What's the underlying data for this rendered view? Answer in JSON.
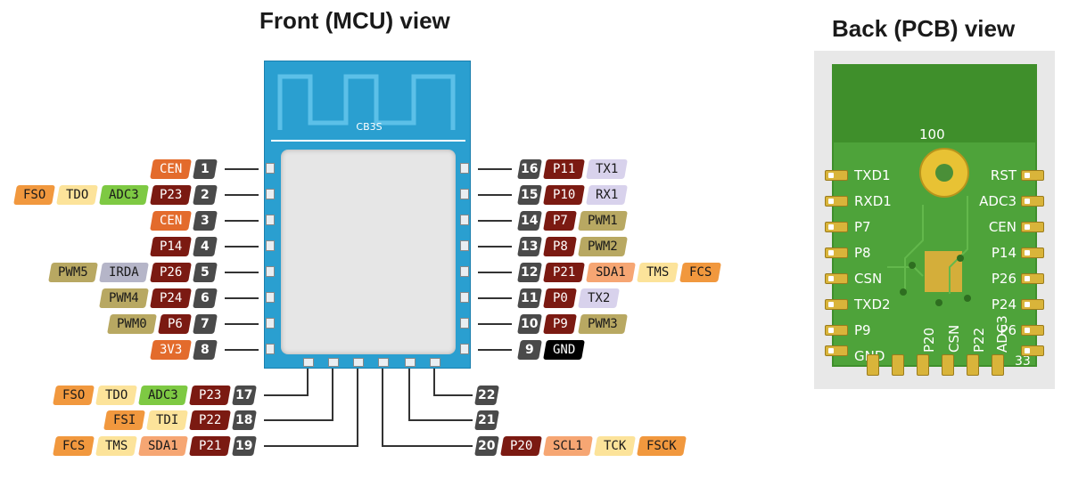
{
  "colors": {
    "num_bg": "#4a4a4a",
    "tag_red": "#e36b2c",
    "tag_dark": "#7b1a12",
    "tag_orange": "#f1983e",
    "tag_yellow": "#fce39a",
    "tag_green": "#7ec943",
    "tag_olive": "#b8a862",
    "tag_lavender": "#d8d2ec",
    "tag_gray": "#b5b5c8",
    "tag_salmon": "#f6a673",
    "tag_black": "#000000",
    "module_blue": "#2a9fd0",
    "pcb_green": "#3f8f2b"
  },
  "front": {
    "title": "Front (MCU) view",
    "module_label": "CB3S",
    "left_pins": [
      {
        "num": "1",
        "tags": [
          "CEN"
        ]
      },
      {
        "num": "2",
        "tags": [
          "FSO",
          "TDO",
          "ADC3",
          "P23"
        ]
      },
      {
        "num": "3",
        "tags": [
          "CEN"
        ]
      },
      {
        "num": "4",
        "tags": [
          "P14"
        ]
      },
      {
        "num": "5",
        "tags": [
          "PWM5",
          "IRDA",
          "P26"
        ]
      },
      {
        "num": "6",
        "tags": [
          "PWM4",
          "P24"
        ]
      },
      {
        "num": "7",
        "tags": [
          "PWM0",
          "P6"
        ]
      },
      {
        "num": "8",
        "tags": [
          "3V3"
        ]
      }
    ],
    "right_pins": [
      {
        "num": "16",
        "tags": [
          "P11",
          "TX1"
        ]
      },
      {
        "num": "15",
        "tags": [
          "P10",
          "RX1"
        ]
      },
      {
        "num": "14",
        "tags": [
          "P7",
          "PWM1"
        ]
      },
      {
        "num": "13",
        "tags": [
          "P8",
          "PWM2"
        ]
      },
      {
        "num": "12",
        "tags": [
          "P21",
          "SDA1",
          "TMS",
          "FCS"
        ]
      },
      {
        "num": "11",
        "tags": [
          "P0",
          "TX2"
        ]
      },
      {
        "num": "10",
        "tags": [
          "P9",
          "PWM3"
        ]
      },
      {
        "num": "9",
        "tags": [
          "GND"
        ]
      }
    ],
    "bottom_left_pins": [
      {
        "num": "17",
        "tags": [
          "FSO",
          "TDO",
          "ADC3",
          "P23"
        ]
      },
      {
        "num": "18",
        "tags": [
          "FSI",
          "TDI",
          "P22"
        ]
      },
      {
        "num": "19",
        "tags": [
          "FCS",
          "TMS",
          "SDA1",
          "P21"
        ]
      }
    ],
    "bottom_right_pins": [
      {
        "num": "22",
        "tags": []
      },
      {
        "num": "21",
        "tags": []
      },
      {
        "num": "20",
        "tags": [
          "P20",
          "SCL1",
          "TCK",
          "FSCK"
        ]
      }
    ]
  },
  "back": {
    "title": "Back (PCB) view",
    "label_100": "100",
    "label_33": "33",
    "left_labels": [
      "TXD1",
      "RXD1",
      "P7",
      "P8",
      "CSN",
      "TXD2",
      "P9",
      "GND"
    ],
    "right_labels": [
      "RST",
      "ADC3",
      "CEN",
      "P14",
      "P26",
      "P24",
      "P6"
    ],
    "bottom_labels": [
      "P20",
      "CSN",
      "P22",
      "ADC3"
    ]
  }
}
